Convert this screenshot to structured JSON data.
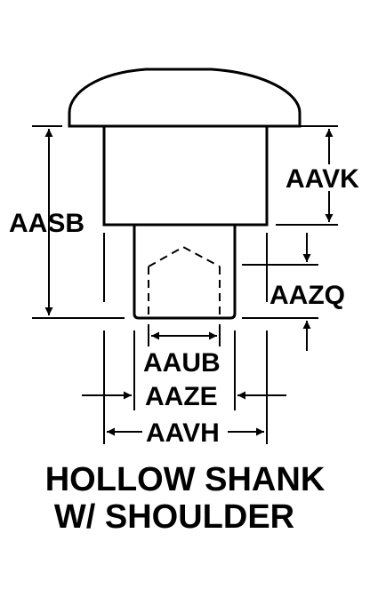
{
  "diagram": {
    "dimensions": {
      "aasb": "AASB",
      "aavk": "AAVK",
      "aazq": "AAZQ",
      "aaub": "AAUB",
      "aaze": "AAZE",
      "aavh": "AAVH"
    },
    "caption": {
      "line1": "HOLLOW SHANK",
      "line2": "W/ SHOULDER"
    }
  }
}
